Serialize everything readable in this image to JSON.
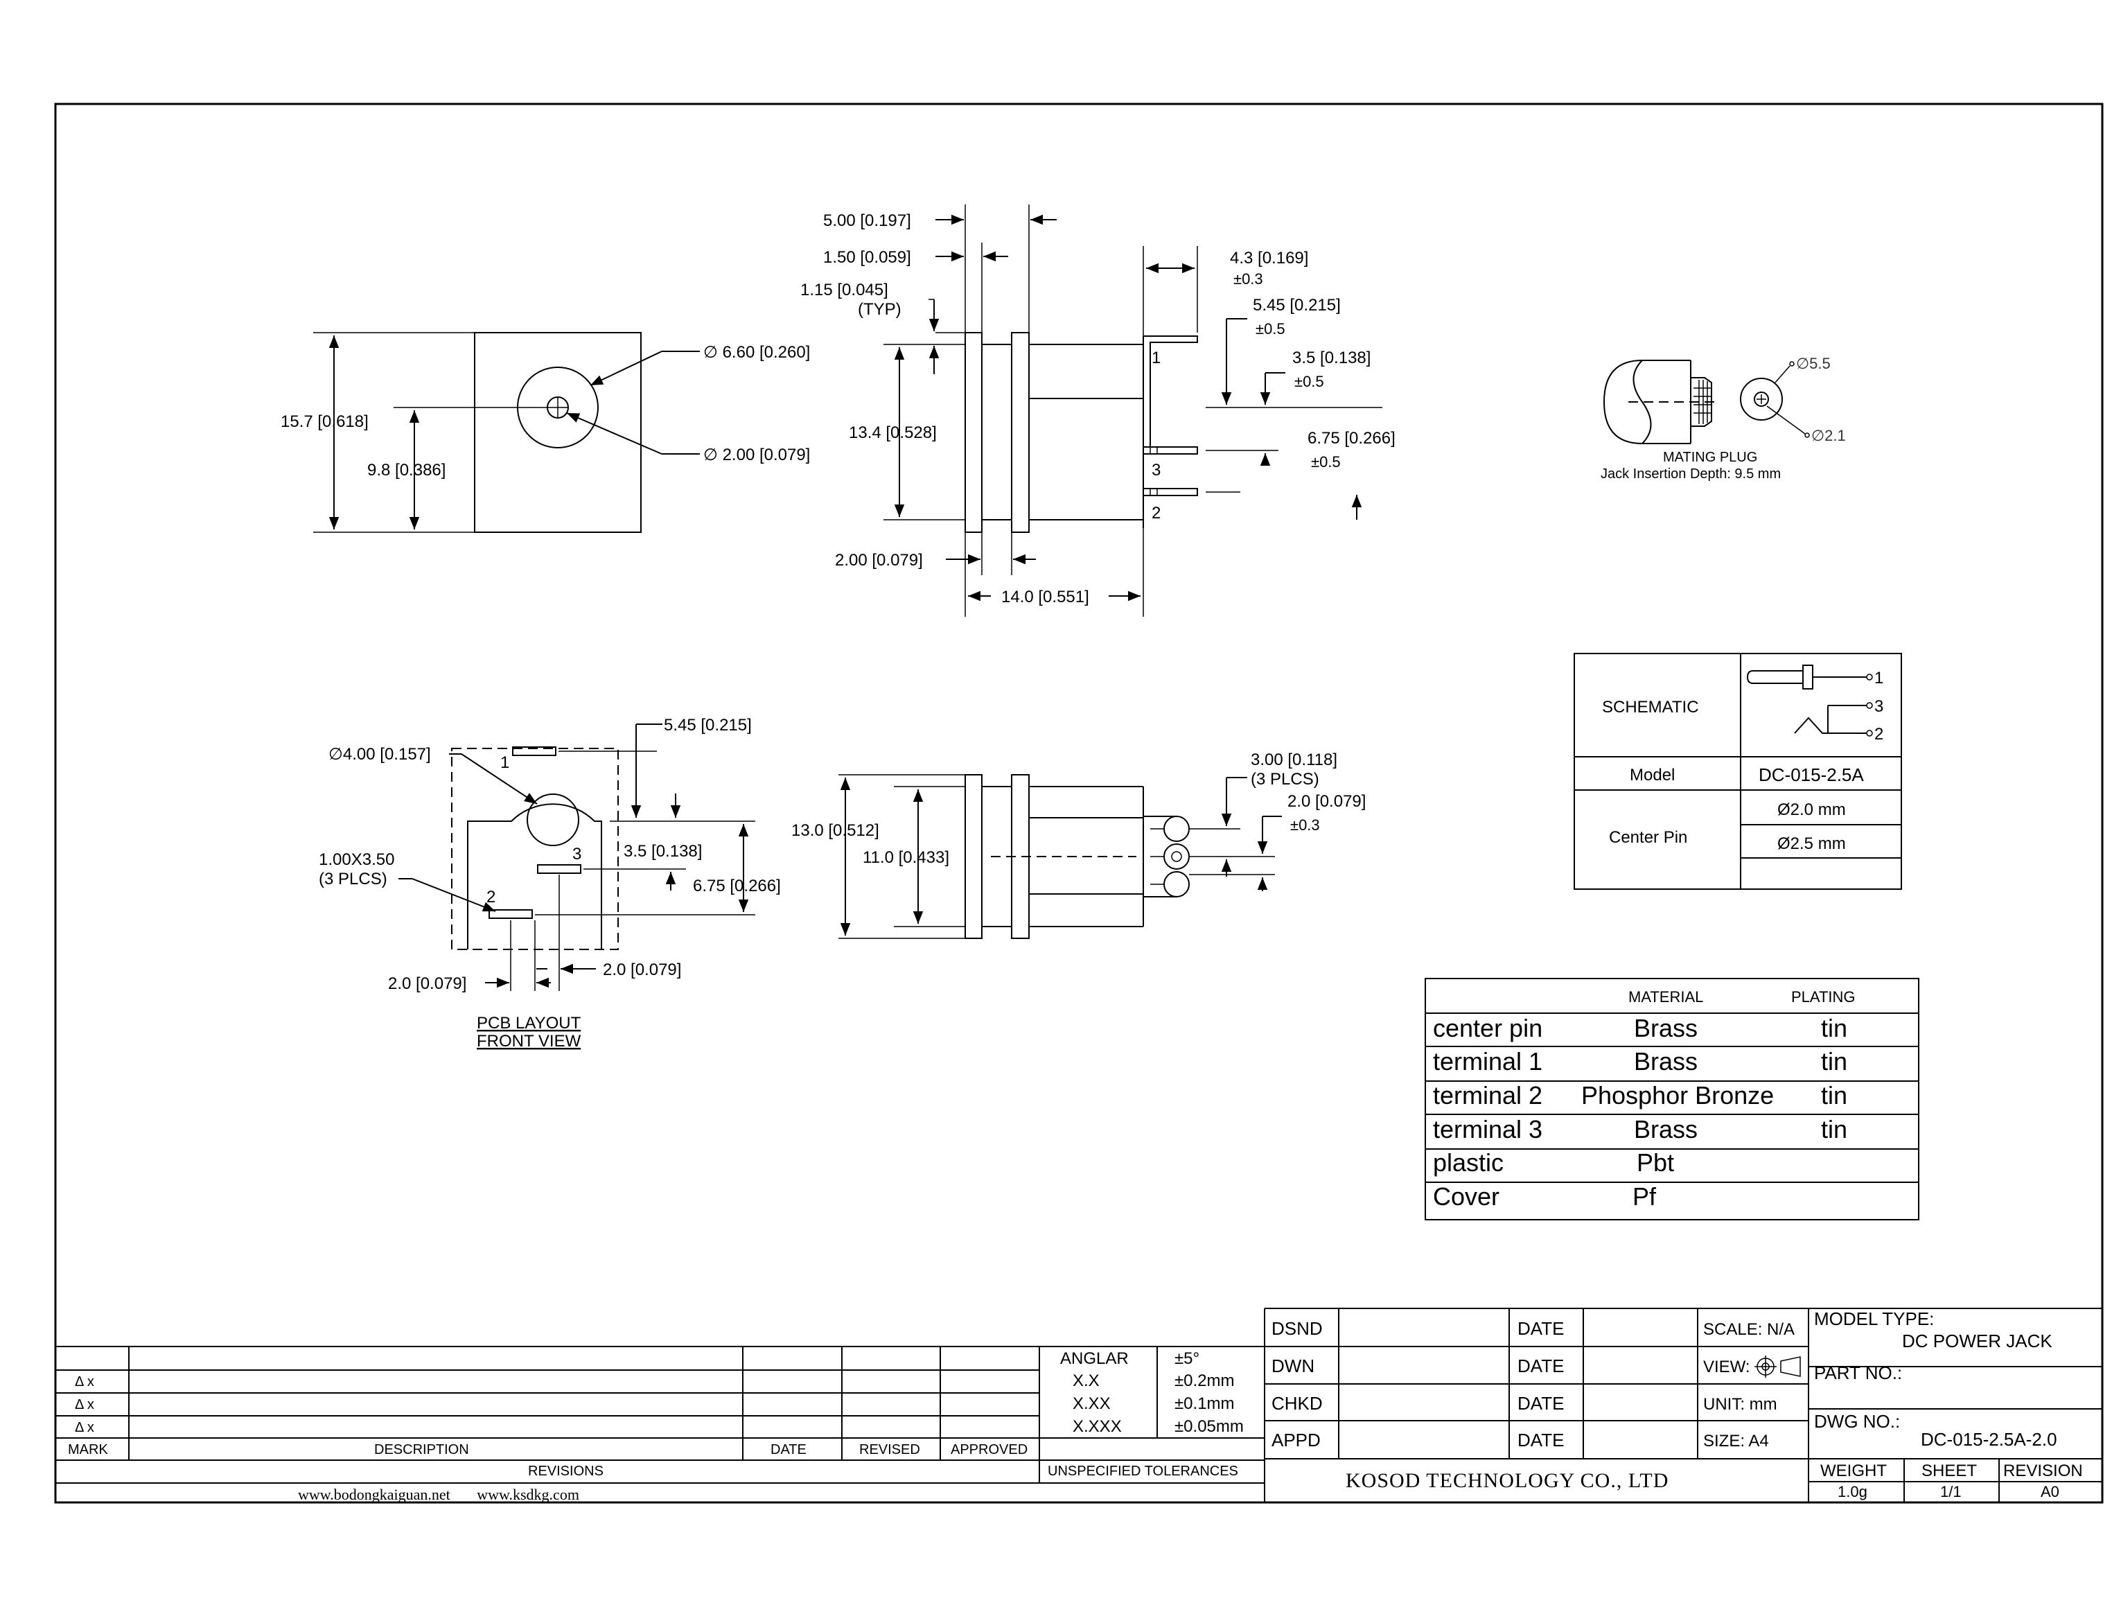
{
  "front_view": {
    "outer_height": "15.7 [0.618]",
    "center_height": "9.8 [0.386]",
    "outer_diameter": "∅ 6.60 [0.260]",
    "pin_diameter": "∅ 2.00 [0.079]"
  },
  "side_view": {
    "flange_spacing": "5.00 [0.197]",
    "flange_thickness": "1.50 [0.059]",
    "flange_offset": "1.15 [0.045]",
    "typ": "(TYP)",
    "body_height": "13.4 [0.528]",
    "gap": "2.00 [0.079]",
    "body_length": "14.0 [0.551]",
    "term_length": "4.3 [0.169]",
    "term_length_tol": "±0.3",
    "t1_offset": "5.45 [0.215]",
    "t1_offset_tol": "±0.5",
    "t3_offset": "3.5 [0.138]",
    "t3_offset_tol": "±0.5",
    "t2_offset": "6.75 [0.266]",
    "t2_offset_tol": "±0.5",
    "label_1": "1",
    "label_3": "3",
    "label_2": "2"
  },
  "mating_plug": {
    "outer_d": "∅5.5",
    "inner_d": "∅2.1",
    "title": "MATING PLUG",
    "note": "Jack Insertion Depth: 9.5 mm"
  },
  "pcb_layout": {
    "hole_d": "∅4.00 [0.157]",
    "pad_x": "5.45 [0.215]",
    "slot_size": "1.00X3.50",
    "slot_count": "(3 PLCS)",
    "dy1": "3.5 [0.138]",
    "dy2": "6.75 [0.266]",
    "dx1": "2.0 [0.079]",
    "dx2": "2.0 [0.079]",
    "title": "PCB LAYOUT",
    "subtitle": "FRONT VIEW",
    "label_1": "1",
    "label_2": "2",
    "label_3": "3"
  },
  "bottom_view": {
    "height_outer": "13.0 [0.512]",
    "height_inner": "11.0 [0.433]",
    "pitch": "3.00 [0.118]",
    "pitch_count": "(3 PLCS)",
    "pin_d": "2.0 [0.079]",
    "pin_d_tol": "±0.3"
  },
  "schematic_table": {
    "schematic_label": "SCHEMATIC",
    "pin_1": "1",
    "pin_3": "3",
    "pin_2": "2",
    "model_label": "Model",
    "model_value": "DC-015-2.5A",
    "center_pin_label": "Center Pin",
    "center_pin_values": [
      "Ø2.0 mm",
      "Ø2.5 mm",
      ""
    ]
  },
  "material_table": {
    "headers": [
      "",
      "MATERIAL",
      "PLATING"
    ],
    "rows": [
      [
        "center pin",
        "Brass",
        "tin"
      ],
      [
        "terminal 1",
        "Brass",
        "tin"
      ],
      [
        "terminal 2",
        "Phosphor Bronze",
        "tin"
      ],
      [
        "terminal 3",
        "Brass",
        "tin"
      ],
      [
        "plastic",
        "Pbt",
        ""
      ],
      [
        "Cover",
        "Pf",
        ""
      ]
    ]
  },
  "revisions": {
    "mark_rows": [
      "Δ x",
      "Δ x",
      "Δ x"
    ],
    "headers": [
      "MARK",
      "DESCRIPTION",
      "DATE",
      "REVISED",
      "APPROVED"
    ],
    "footer": "REVISIONS",
    "websites": "www.bodongkaiguan.net       www.ksdkg.com"
  },
  "tolerances": {
    "rows": [
      [
        "ANGLAR",
        "±5°"
      ],
      [
        "X.X",
        "±0.2mm"
      ],
      [
        "X.XX",
        "±0.1mm"
      ],
      [
        "X.XXX",
        "±0.05mm"
      ]
    ],
    "footer": "UNSPECIFIED TOLERANCES"
  },
  "title_block": {
    "roles": [
      "DSND",
      "DWN",
      "CHKD",
      "APPD"
    ],
    "date_label": "DATE",
    "scale": "SCALE: N/A",
    "view": "VIEW:",
    "unit": "UNIT: mm",
    "size": "SIZE: A4",
    "model_type_label": "MODEL TYPE:",
    "model_type": "DC POWER JACK",
    "part_no_label": "PART NO.:",
    "dwg_no_label": "DWG NO.:",
    "dwg_no": "DC-015-2.5A-2.0",
    "company": "KOSOD TECHNOLOGY CO., LTD",
    "weight_label": "WEIGHT",
    "weight": "1.0g",
    "sheet_label": "SHEET",
    "sheet": "1/1",
    "revision_label": "REVISION",
    "revision": "A0"
  }
}
